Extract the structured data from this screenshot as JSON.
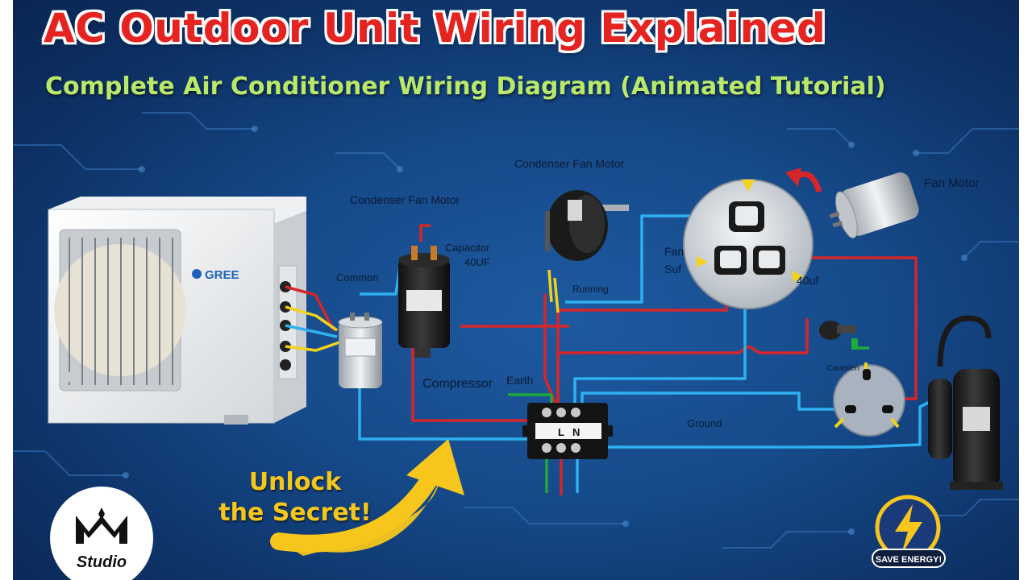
{
  "title": "AC Outdoor Unit Wiring Explained",
  "subtitle": "Complete Air Conditioner Wiring Diagram (Animated Tutorial)",
  "labels": {
    "condenser_fan_motor_left": "Condenser Fan Motor",
    "condenser_fan_motor_top": "Condenser Fan Motor",
    "capacitor_line1": "Capacitor",
    "capacitor_line2": "40UF",
    "common": "Common",
    "running": "Running",
    "compressor": "Compressor",
    "earth": "Earth",
    "fan_line1": "Fan",
    "fan_line2": "Suf",
    "cap_40uf": "40uf",
    "fan_motor": "Fan Motor",
    "canmien": "Canmien",
    "ground": "Ground"
  },
  "brand": "GREE",
  "terminal_letters": [
    "L",
    "N"
  ],
  "callout_line1": "Unlock",
  "callout_line2": "the Secret!",
  "badge": "SAVE ENERGY!",
  "logo_text": "Studio",
  "colors": {
    "background": "#164a8a",
    "title": "#e52421",
    "subtitle": "#b9e86a",
    "wire_red": "#d6262a",
    "wire_blue": "#2fb0f0",
    "wire_green": "#1faa3a",
    "wire_yellow": "#f2d21a",
    "arrow": "#f6c61c"
  }
}
